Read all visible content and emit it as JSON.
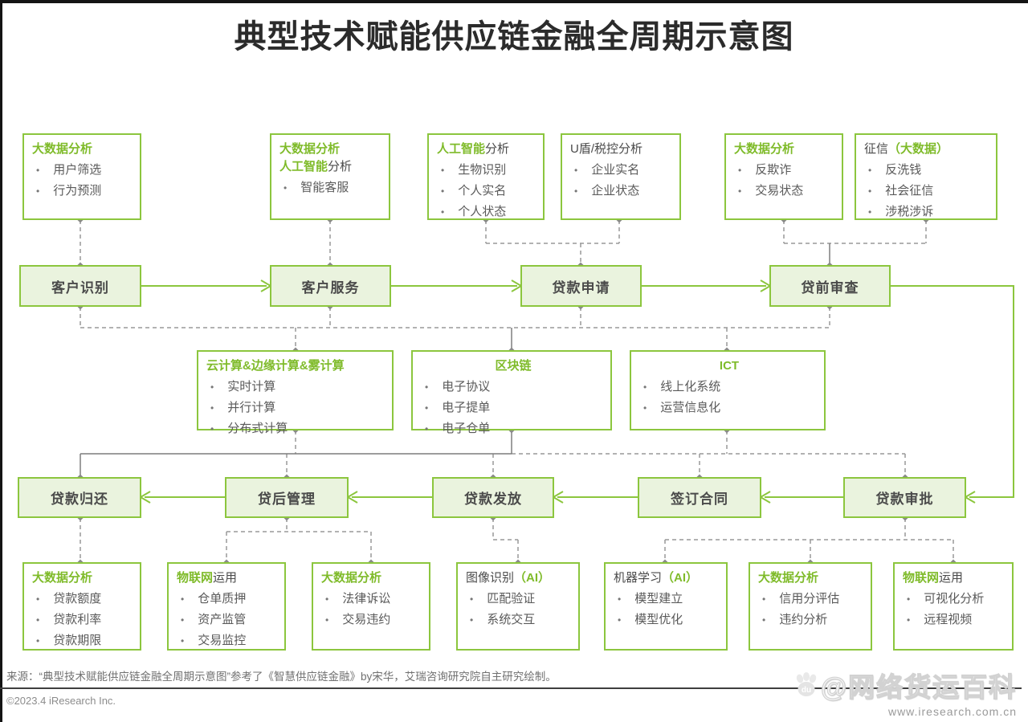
{
  "title": "典型技术赋能供应链金融全周期示意图",
  "colors": {
    "green": "#8CC63E",
    "green_text": "#7FBB2A",
    "process_fill": "#EAF3DE",
    "dashed_line": "#999999",
    "solid_line": "#7D7D7D",
    "dark_text": "#4A4A4A"
  },
  "process": {
    "row2": [
      "客户识别",
      "客户服务",
      "贷款申请",
      "贷前审查"
    ],
    "row4": [
      "贷款归还",
      "贷后管理",
      "贷款发放",
      "签订合同",
      "贷款审批"
    ]
  },
  "tech": {
    "top": [
      {
        "title_lines": [
          [
            {
              "t": "大数据分析",
              "g": true
            }
          ]
        ],
        "items": [
          "用户筛选",
          "行为预测"
        ],
        "center": false
      },
      {
        "title_lines": [
          [
            {
              "t": "大数据分析",
              "g": true
            }
          ],
          [
            {
              "t": "人工智能",
              "g": true
            },
            {
              "t": "分析",
              "g": false
            }
          ]
        ],
        "items": [
          "智能客服"
        ],
        "center": false
      },
      {
        "title_lines": [
          [
            {
              "t": "人工智能",
              "g": true
            },
            {
              "t": "分析",
              "g": false
            }
          ]
        ],
        "items": [
          "生物识别",
          "个人实名",
          "个人状态"
        ],
        "center": false
      },
      {
        "title_lines": [
          [
            {
              "t": "U盾/税控分析",
              "g": false
            }
          ]
        ],
        "items": [
          "企业实名",
          "企业状态"
        ],
        "center": false
      },
      {
        "title_lines": [
          [
            {
              "t": "大数据分析",
              "g": true
            }
          ]
        ],
        "items": [
          "反欺诈",
          "交易状态"
        ],
        "center": false
      },
      {
        "title_lines": [
          [
            {
              "t": "征信",
              "g": false
            },
            {
              "t": "（大数据）",
              "g": true
            }
          ]
        ],
        "items": [
          "反洗钱",
          "社会征信",
          "涉税涉诉"
        ],
        "center": false
      }
    ],
    "middle": [
      {
        "title_lines": [
          [
            {
              "t": "云计算&边缘计算&雾计算",
              "g": true
            }
          ]
        ],
        "items": [
          "实时计算",
          "并行计算",
          "分布式计算"
        ],
        "center": false
      },
      {
        "title_lines": [
          [
            {
              "t": "区块链",
              "g": true
            }
          ]
        ],
        "items": [
          "电子协议",
          "电子提单",
          "电子仓单"
        ],
        "center": true
      },
      {
        "title_lines": [
          [
            {
              "t": "ICT",
              "g": true
            }
          ]
        ],
        "items": [
          "线上化系统",
          "运营信息化"
        ],
        "center": true
      }
    ],
    "bottom": [
      {
        "title_lines": [
          [
            {
              "t": "大数据分析",
              "g": true
            }
          ]
        ],
        "items": [
          "贷款额度",
          "贷款利率",
          "贷款期限"
        ],
        "center": false
      },
      {
        "title_lines": [
          [
            {
              "t": "物联网",
              "g": true
            },
            {
              "t": "运用",
              "g": false
            }
          ]
        ],
        "items": [
          "仓单质押",
          "资产监管",
          "交易监控"
        ],
        "center": false
      },
      {
        "title_lines": [
          [
            {
              "t": "大数据分析",
              "g": true
            }
          ]
        ],
        "items": [
          "法律诉讼",
          "交易违约"
        ],
        "center": false
      },
      {
        "title_lines": [
          [
            {
              "t": "图像识别",
              "g": false
            },
            {
              "t": "（AI）",
              "g": true
            }
          ]
        ],
        "items": [
          "匹配验证",
          "系统交互"
        ],
        "center": false
      },
      {
        "title_lines": [
          [
            {
              "t": "机器学习",
              "g": false
            },
            {
              "t": "（AI）",
              "g": true
            }
          ]
        ],
        "items": [
          "模型建立",
          "模型优化"
        ],
        "center": false
      },
      {
        "title_lines": [
          [
            {
              "t": "大数据分析",
              "g": true
            }
          ]
        ],
        "items": [
          "信用分评估",
          "违约分析"
        ],
        "center": false
      },
      {
        "title_lines": [
          [
            {
              "t": "物联网",
              "g": true
            },
            {
              "t": "运用",
              "g": false
            }
          ]
        ],
        "items": [
          "可视化分析",
          "远程视频"
        ],
        "center": false
      }
    ]
  },
  "footer": {
    "source": "来源：“典型技术赋能供应链金融全周期示意图”参考了《智慧供应链金融》by宋华，艾瑞咨询研究院自主研究绘制。",
    "copyright": "©2023.4 iResearch Inc."
  },
  "watermark": {
    "handle": "@网络货运百科",
    "url": "www.iresearch.com.cn",
    "paw_label": "du"
  }
}
